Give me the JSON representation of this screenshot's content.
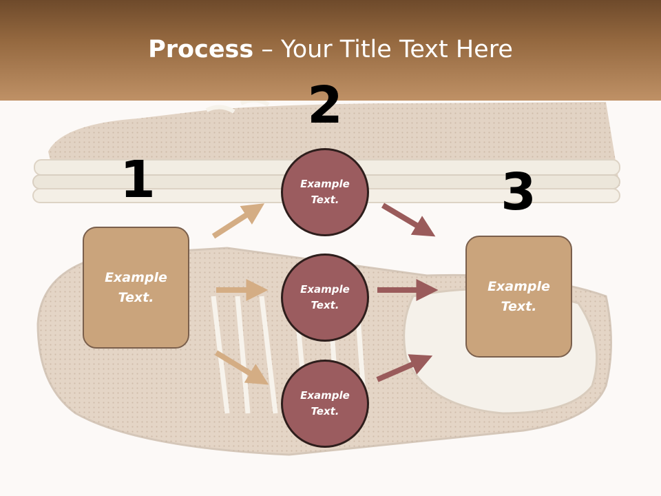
{
  "title": {
    "bold": "Process",
    "rest": " – Your Title Text Here"
  },
  "steps": [
    {
      "number": "1",
      "text": "Example Text."
    },
    {
      "number": "2",
      "text": "Example Text."
    },
    {
      "number": "3",
      "text": "Example Text."
    }
  ],
  "circles": [
    "Example Text.",
    "Example Text.",
    "Example Text."
  ],
  "colors": {
    "box": "#caa47c",
    "circle": "#9b5c5f",
    "arrow_left": "#d4ad84",
    "arrow_right": "#9a5b5b"
  }
}
